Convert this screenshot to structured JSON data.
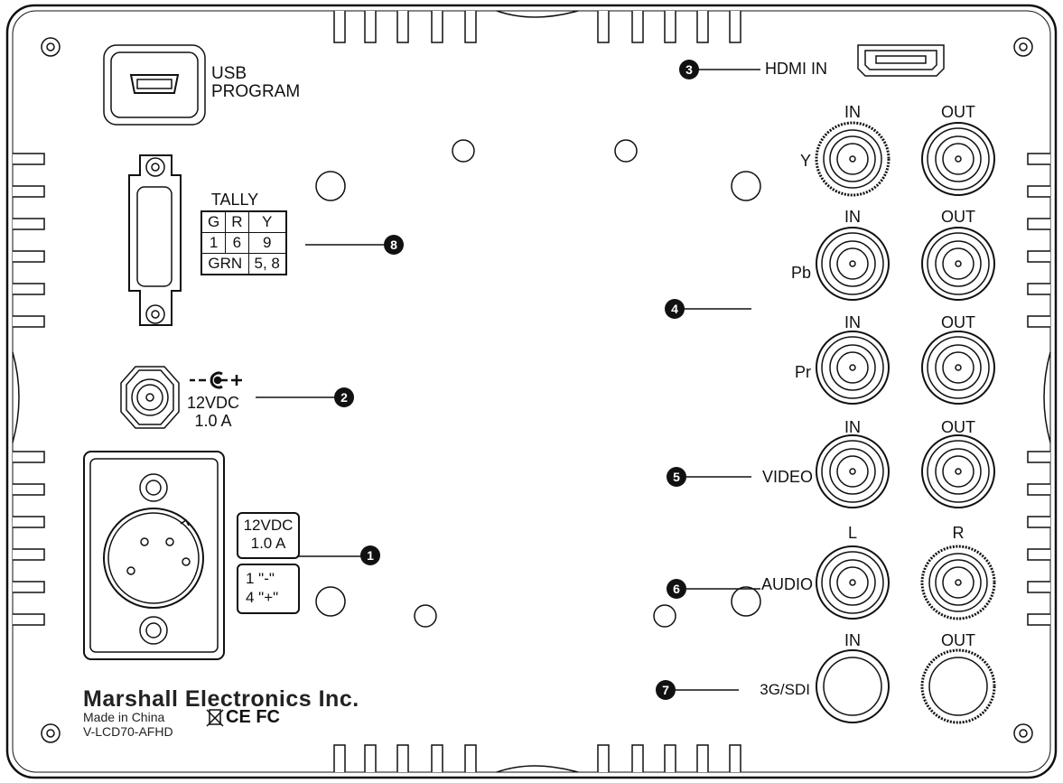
{
  "labels": {
    "usb_line1": "USB",
    "usb_line2": "PROGRAM",
    "hdmi_in": "HDMI IN",
    "tally_title": "TALLY",
    "power_line1": "12VDC",
    "power_line2": "1.0 A",
    "power_symbol": "- -C- +",
    "xlr_line1": "12VDC",
    "xlr_line2": "1.0 A",
    "xlr_pin_line1": "1  \"-\"",
    "xlr_pin_line2": "4  \"+\"",
    "y": "Y",
    "pb": "Pb",
    "pr": "Pr",
    "video": "VIDEO",
    "audio": "AUDIO",
    "sdi": "3G/SDI",
    "in": "IN",
    "out": "OUT",
    "l": "L",
    "r": "R"
  },
  "tally_table": {
    "header": [
      "G",
      "R",
      "Y"
    ],
    "pins": [
      "1",
      "6",
      "9"
    ],
    "grn_label": "GRN",
    "grn_pins": "5, 8"
  },
  "callouts": {
    "n1": "1",
    "n2": "2",
    "n3": "3",
    "n4": "4",
    "n5": "5",
    "n6": "6",
    "n7": "7",
    "n8": "8"
  },
  "footer": {
    "brand": "Marshall Electronics Inc.",
    "made_in": "Made in China",
    "model": "V-LCD70-AFHD",
    "cert_marks": "CE FC"
  }
}
